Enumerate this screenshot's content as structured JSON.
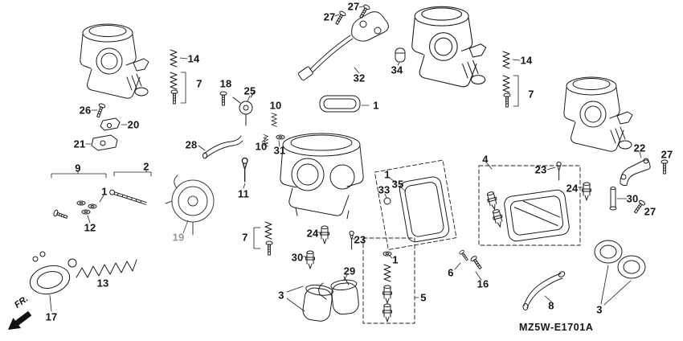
{
  "diagram": {
    "code": "MZ5W-E1701A",
    "fr_label": "FR.",
    "callouts": [
      "27",
      "27",
      "14",
      "7",
      "26",
      "20",
      "21",
      "18",
      "25",
      "10",
      "28",
      "10",
      "31",
      "32",
      "34",
      "1",
      "14",
      "7",
      "9",
      "2",
      "1",
      "12",
      "11",
      "19",
      "13",
      "17",
      "7",
      "24",
      "30",
      "23",
      "29",
      "3",
      "1",
      "5",
      "1",
      "35",
      "33",
      "4",
      "23",
      "24",
      "30",
      "27",
      "22",
      "27",
      "6",
      "16",
      "8",
      "3"
    ]
  }
}
